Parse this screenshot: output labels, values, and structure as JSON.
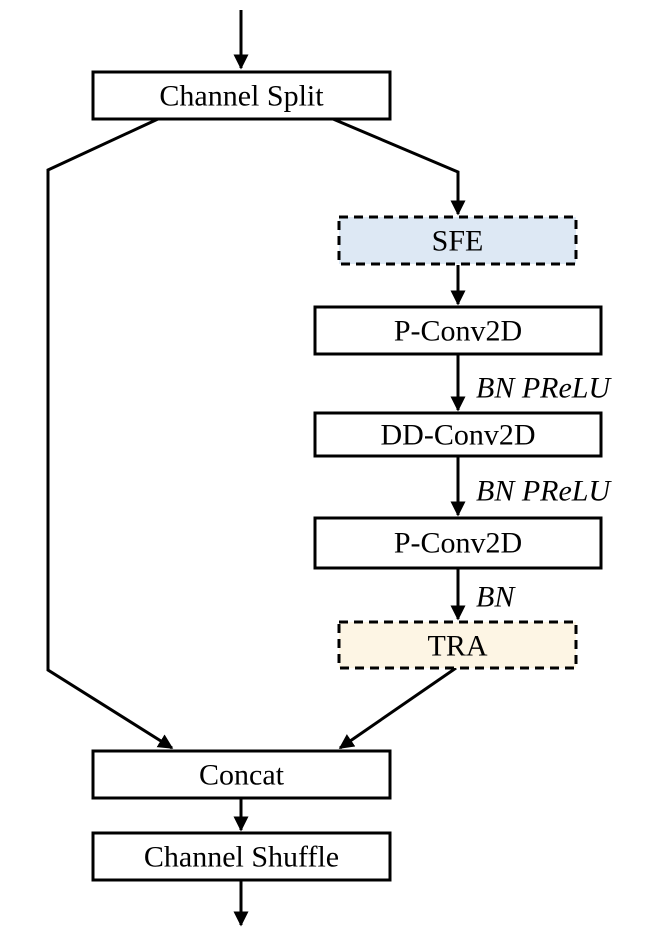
{
  "nodes": {
    "channel_split": "Channel Split",
    "sfe": "SFE",
    "pconv_1": "P-Conv2D",
    "ddconv": "DD-Conv2D",
    "pconv_2": "P-Conv2D",
    "tra": "TRA",
    "concat": "Concat",
    "channel_shuffle": "Channel Shuffle"
  },
  "edge_labels": {
    "after_pconv_1": "BN PReLU",
    "after_ddconv": "BN PReLU",
    "after_pconv_2": "BN"
  },
  "colors": {
    "sfe_fill": "#dde8f4",
    "tra_fill": "#fdf5e4",
    "stroke": "#000000"
  }
}
